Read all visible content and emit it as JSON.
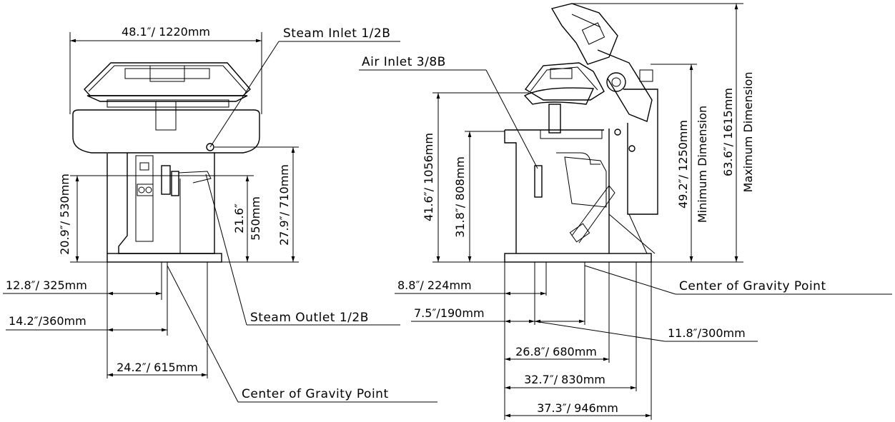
{
  "front_view": {
    "dim_width_top": "48.1″/ 1220mm",
    "steam_inlet": "Steam Inlet 1/2B",
    "steam_outlet": "Steam Outlet 1/2B",
    "dim_530": "20.9″/ 530mm",
    "dim_550_a": "21.6″",
    "dim_550_b": "550mm",
    "dim_710": "27.9″/ 710mm",
    "dim_325": "12.8″/ 325mm",
    "dim_360": "14.2″/360mm",
    "dim_615": "24.2″/ 615mm",
    "center_gravity": "Center of Gravity Point"
  },
  "side_view": {
    "air_inlet": "Air Inlet 3/8B",
    "dim_1056": "41.6″/ 1056mm",
    "dim_808": "31.8″/ 808mm",
    "dim_224": "8.8″/ 224mm",
    "dim_190": "7.5″/190mm",
    "dim_300": "11.8″/300mm",
    "dim_680": "26.8″/ 680mm",
    "dim_830": "32.7″/ 830mm",
    "dim_946": "37.3″/ 946mm",
    "dim_1250": "49.2″/ 1250mm",
    "min_dimension": "Minimum Dimension",
    "dim_1615": "63.6″/ 1615mm",
    "max_dimension": "Maximum Dimension",
    "center_gravity": "Center of Gravity Point"
  }
}
